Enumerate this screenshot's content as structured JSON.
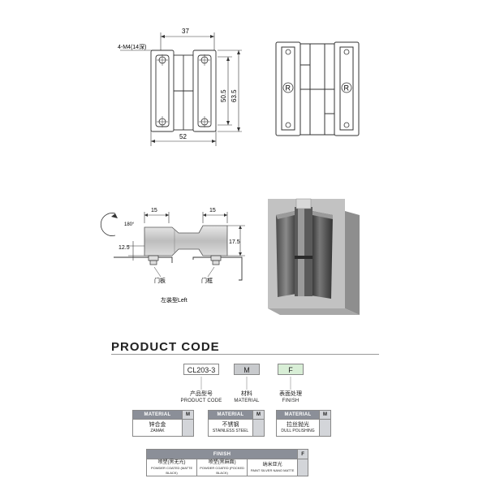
{
  "drawing": {
    "callout_hole": "4-M4(14深)",
    "dim_width_top": "37",
    "dim_width_bottom": "52",
    "dim_height_inner": "50.5",
    "dim_height_outer": "63.5",
    "mark_r": "R",
    "rotation": "180°",
    "dim_left_15": "15",
    "dim_right_15": "15",
    "dim_12_5": "12.5",
    "dim_17_5": "17.5",
    "label_door": "门板",
    "label_frame": "门框",
    "label_left": "左装型Left"
  },
  "product_code": {
    "title": "PRODUCT CODE",
    "code": "CL203-3",
    "material_letter": "M",
    "finish_letter": "F",
    "captions": [
      {
        "cn": "产品型号",
        "en": "PRODUCT CODE"
      },
      {
        "cn": "材料",
        "en": "MATERIAL"
      },
      {
        "cn": "表面处理",
        "en": "FINISH"
      }
    ]
  },
  "material_tables": [
    {
      "header": "MATERIAL",
      "letter": "M",
      "cn": "锌合金",
      "en": "ZAMAK"
    },
    {
      "header": "MATERIAL",
      "letter": "M",
      "cn": "不锈钢",
      "en": "STAINLESS STEEL"
    },
    {
      "header": "MATERIAL",
      "letter": "M",
      "cn": "拉丝抛光",
      "en": "DULL POLISHING"
    }
  ],
  "finish_table": {
    "header": "FINISH",
    "letter": "F",
    "cells": [
      {
        "cn": "喷塑(黑无光)",
        "en": "POWDER COATED (MATTE BLACK)"
      },
      {
        "cn": "喷塑(黑麻面)",
        "en": "POWDER COATED (POCKED BLACK)"
      },
      {
        "cn": "纳米亚光",
        "en": "PAINT SILVER NANO MATTE"
      }
    ]
  },
  "colors": {
    "code_box_material": "#c8cacd",
    "code_box_finish": "#d8eed6",
    "header_gray": "#8b8f98"
  }
}
